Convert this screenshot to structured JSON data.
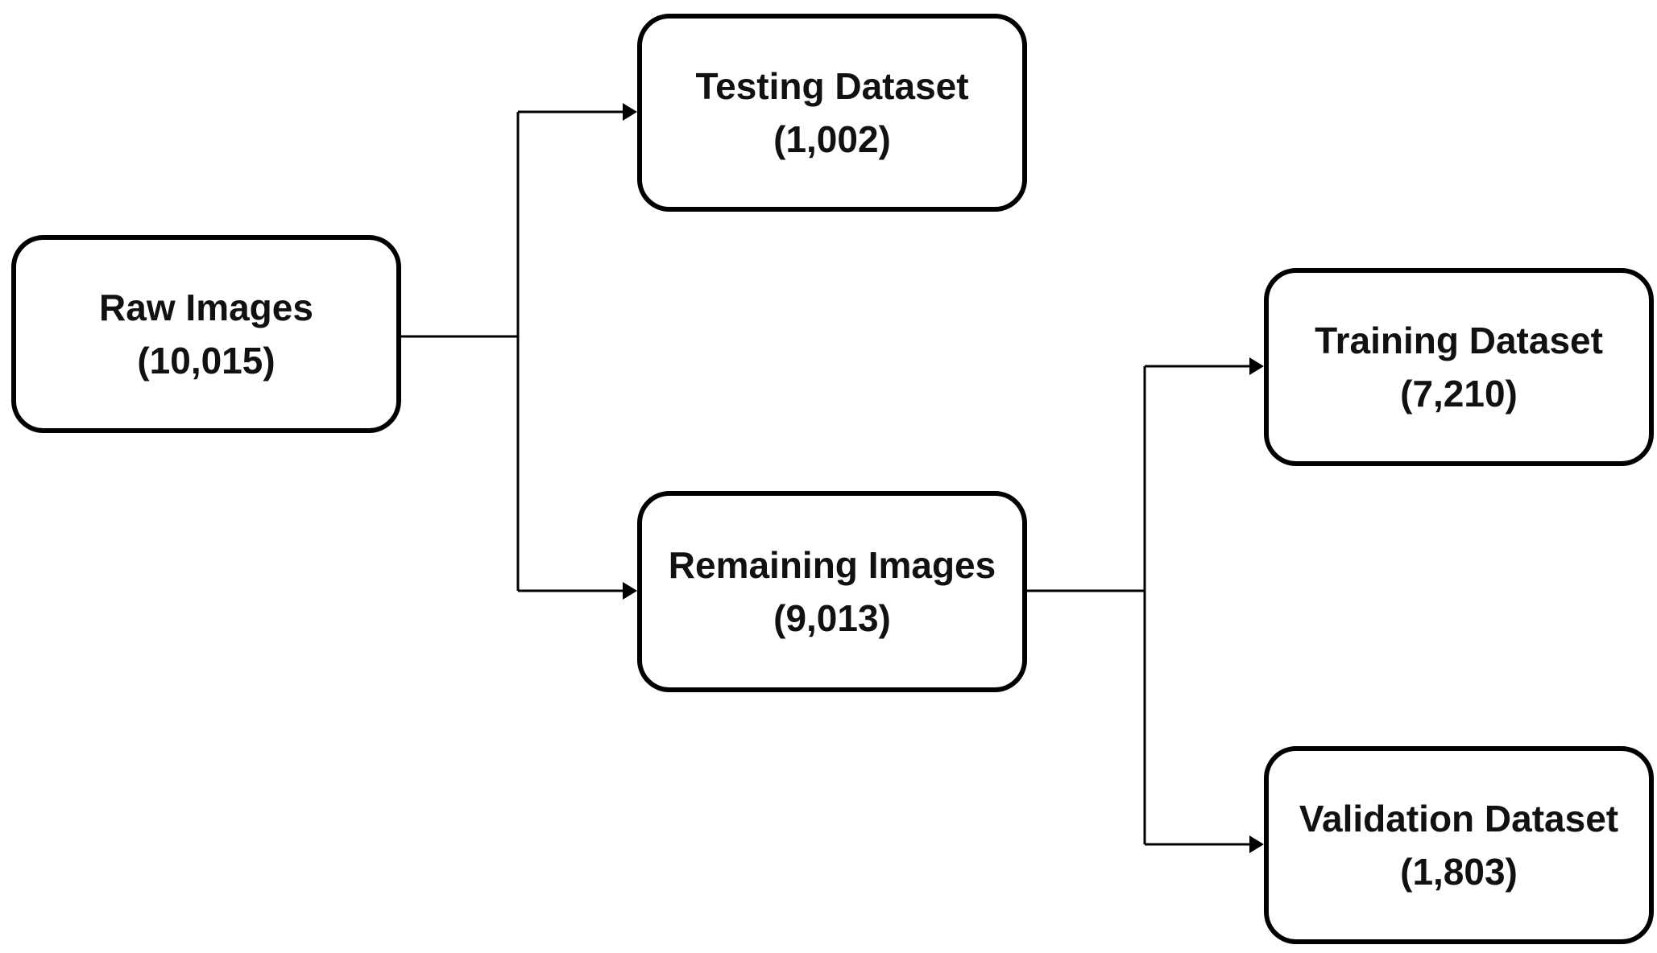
{
  "nodes": {
    "raw": {
      "label": "Raw Images",
      "count": "(10,015)"
    },
    "testing": {
      "label": "Testing Dataset",
      "count": "(1,002)"
    },
    "remaining": {
      "label": "Remaining Images",
      "count": "(9,013)"
    },
    "training": {
      "label": "Training Dataset",
      "count": "(7,210)"
    },
    "validation": {
      "label": "Validation Dataset",
      "count": "(1,803)"
    }
  },
  "edges": [
    {
      "from": "raw",
      "to": "testing"
    },
    {
      "from": "raw",
      "to": "remaining"
    },
    {
      "from": "remaining",
      "to": "training"
    },
    {
      "from": "remaining",
      "to": "validation"
    }
  ],
  "colors": {
    "stroke": "#000000",
    "background": "#ffffff",
    "text": "#111111"
  }
}
